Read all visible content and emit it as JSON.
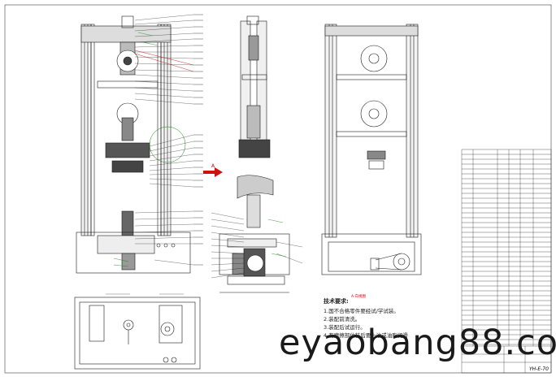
{
  "title_block": {
    "drawing_number": "YH-E-70",
    "section_label": "A",
    "view_label": "A 向视图"
  },
  "technical_requirements": {
    "heading": "技术要求:",
    "items": [
      "1.国不合格零件要经试/学试装。",
      "2.装配前清洗。",
      "3.装配后试运行。",
      "4.有摩擦部位装后要上油或油脂润滑"
    ]
  },
  "watermark": "eyaobang88.co",
  "colors": {
    "line": "#1a1a1a",
    "dim": "#0a8a0a",
    "callout": "#c00000",
    "pale": "#e8e8e8"
  }
}
